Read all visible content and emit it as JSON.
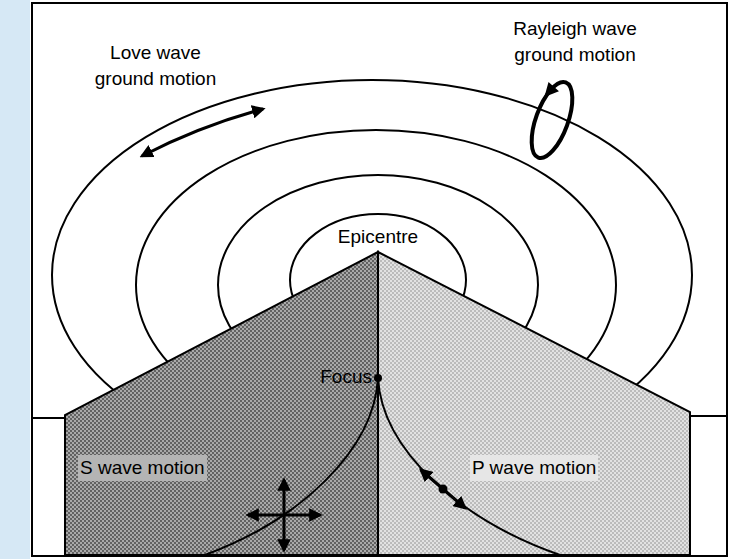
{
  "diagram": {
    "labels": [
      "Love wave ground motion",
      "Rayleigh wave ground motion",
      "Epicentre",
      "Focus",
      "S wave motion",
      "P wave motion"
    ]
  }
}
